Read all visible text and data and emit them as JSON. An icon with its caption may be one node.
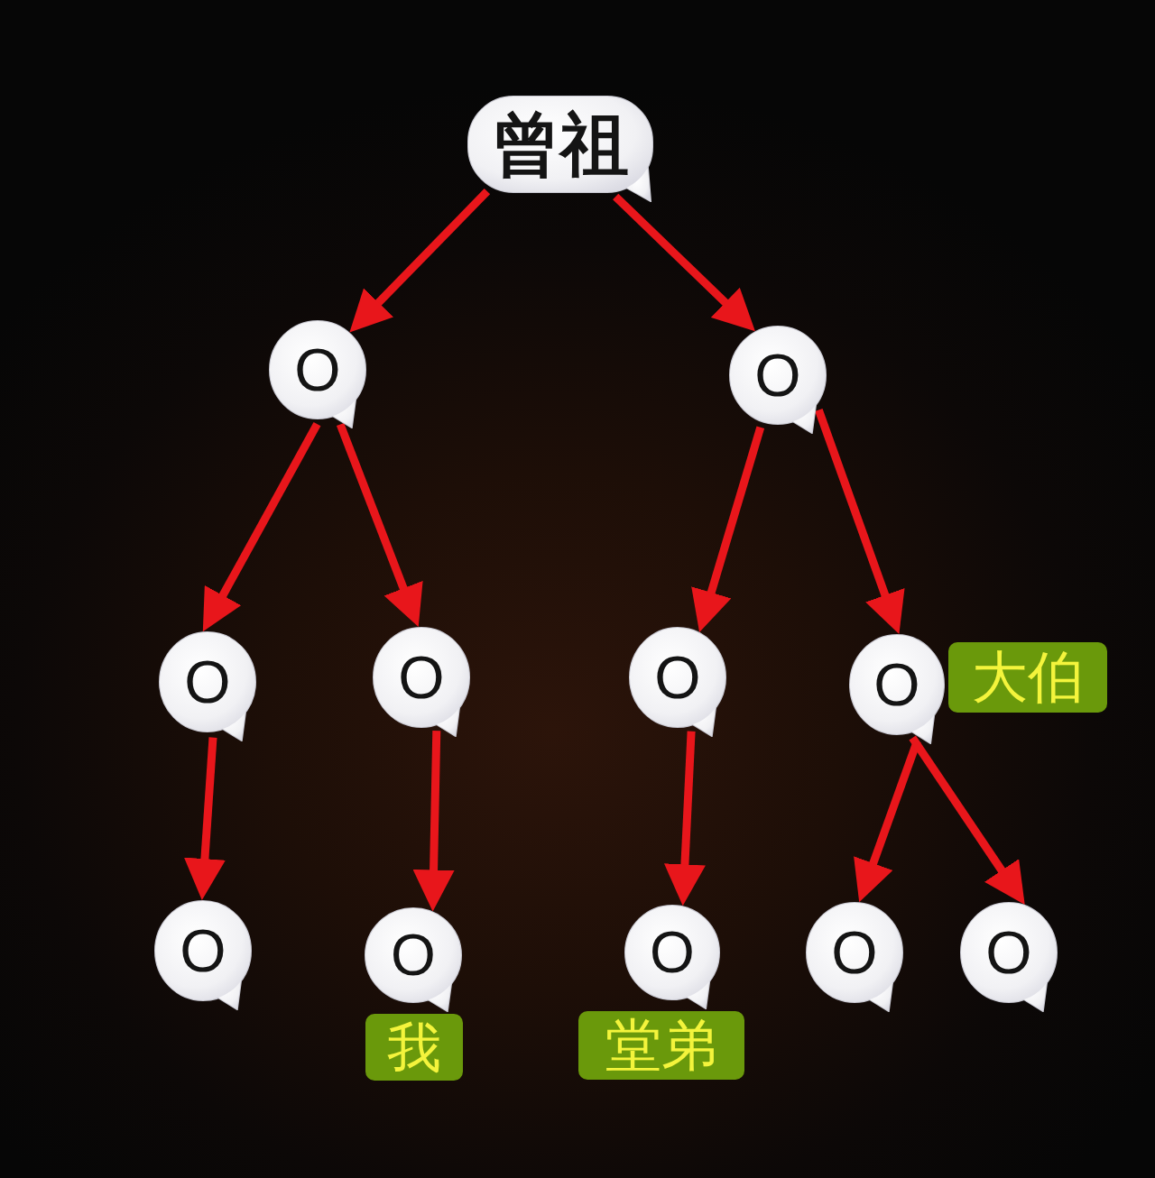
{
  "diagram": {
    "nodes": [
      {
        "text": [
          "曾祖"
        ]
      },
      {
        "text": [
          "O"
        ]
      },
      {
        "text": [
          "O"
        ]
      },
      {
        "text": [
          "O"
        ]
      },
      {
        "text": [
          "O"
        ]
      },
      {
        "text": [
          "O"
        ]
      },
      {
        "text": [
          "O"
        ],
        "beside": [
          "大伯"
        ]
      },
      {
        "text": [
          "O"
        ]
      },
      {
        "text": [
          "O"
        ],
        "beside": [
          "我"
        ]
      },
      {
        "text": [
          "O"
        ],
        "beside": [
          "堂弟"
        ]
      },
      {
        "text": [
          "O"
        ]
      },
      {
        "text": [
          "O"
        ]
      }
    ],
    "edges": [
      {
        "from": 0,
        "to": 1,
        "arrow": "to"
      },
      {
        "from": 0,
        "to": 2,
        "arrow": "to"
      },
      {
        "from": 1,
        "to": 3,
        "arrow": "to"
      },
      {
        "from": 1,
        "to": 4,
        "arrow": "to"
      },
      {
        "from": 2,
        "to": 5,
        "arrow": "to"
      },
      {
        "from": 2,
        "to": 6,
        "arrow": "to"
      },
      {
        "from": 3,
        "to": 7,
        "arrow": "to"
      },
      {
        "from": 4,
        "to": 8,
        "arrow": "to"
      },
      {
        "from": 5,
        "to": 9,
        "arrow": "to"
      },
      {
        "from": 6,
        "to": 10,
        "arrow": "to"
      },
      {
        "from": 6,
        "to": 11,
        "arrow": "to"
      }
    ]
  }
}
